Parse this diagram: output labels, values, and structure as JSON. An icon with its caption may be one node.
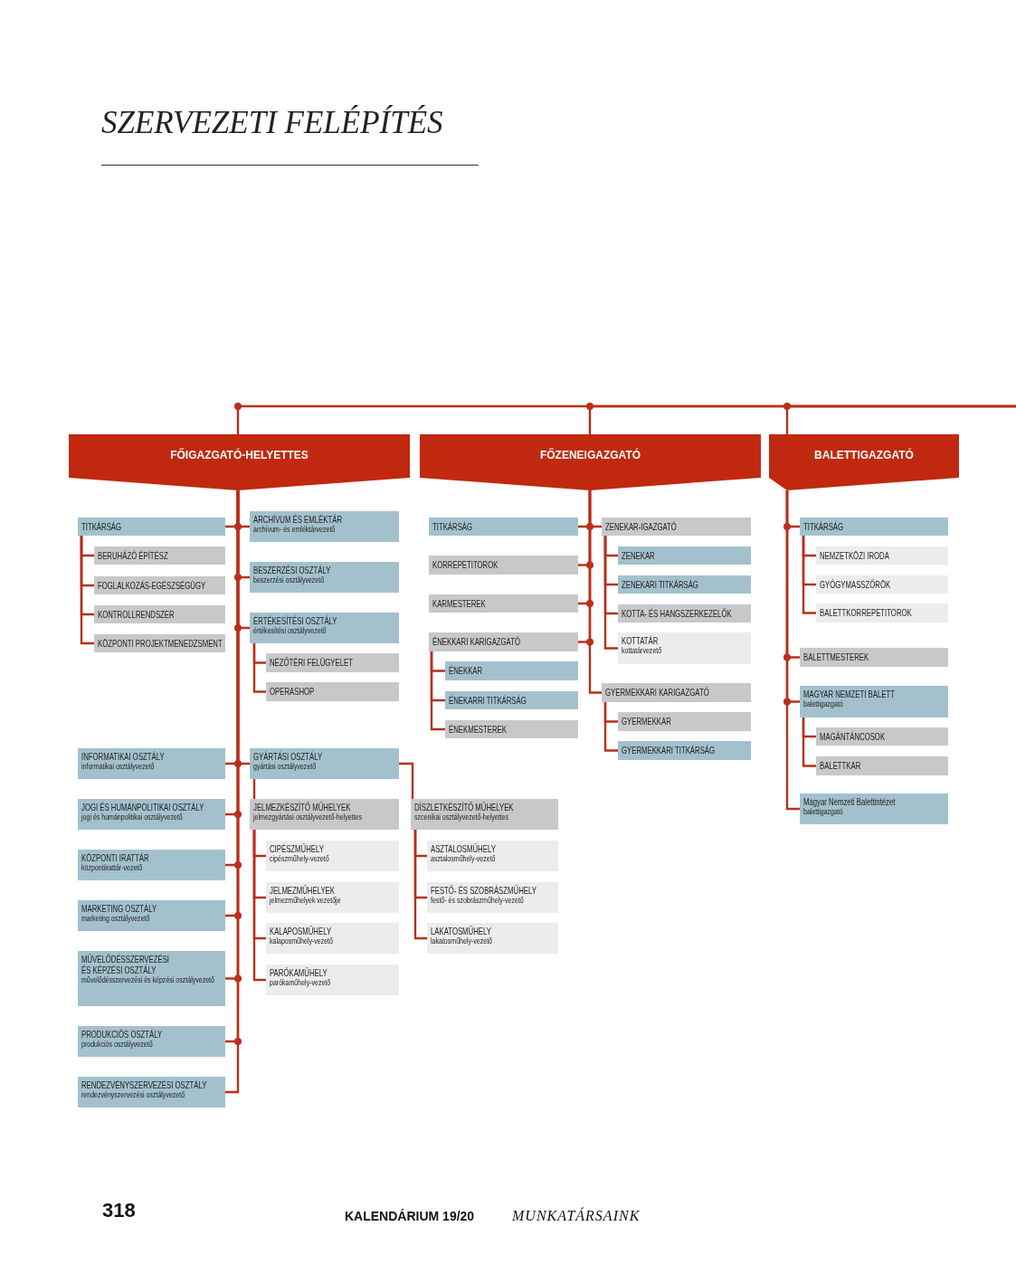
{
  "diagram": {
    "title": "SZERVEZETI FELÉPÍTÉS",
    "nodes": [
      {
        "text": [
          "FŐIGAZGATÓ-HELYETTES"
        ]
      },
      {
        "text": [
          "FŐZENEIGAZGATÓ"
        ]
      },
      {
        "text": [
          "BALETTIGAZGATÓ"
        ]
      },
      {
        "text": [
          "TITKÁRSÁG"
        ]
      },
      {
        "text": [
          "BERUHÁZÓ ÉPÍTÉSZ"
        ]
      },
      {
        "text": [
          "FOGLALKOZÁS-EGÉSZSÉGÜGY"
        ]
      },
      {
        "text": [
          "KONTROLLRENDSZER"
        ]
      },
      {
        "text": [
          "KÖZPONTI PROJEKTMENEDZSMENT"
        ]
      },
      {
        "text": [
          "ARCHÍVUM ÉS EMLÉKTÁR",
          "archívum- és emléktárvezető"
        ]
      },
      {
        "text": [
          "BESZERZÉSI OSZTÁLY",
          "beszerzési osztályvezető"
        ]
      },
      {
        "text": [
          "ÉRTÉKESÍTÉSI OSZTÁLY",
          "értékesítési osztályvezető"
        ]
      },
      {
        "text": [
          "NÉZŐTÉRI FELÜGYELET"
        ]
      },
      {
        "text": [
          "OPERASHOP"
        ]
      },
      {
        "text": [
          "INFORMATIKAI OSZTÁLY",
          "informatikai osztályvezető"
        ]
      },
      {
        "text": [
          "GYÁRTÁSI OSZTÁLY",
          "gyártási osztályvezető"
        ]
      },
      {
        "text": [
          "JELMEZKÉSZÍTŐ MŰHELYEK",
          "jelmezgyártási osztályvezető-helyettes"
        ]
      },
      {
        "text": [
          "CIPÉSZMŰHELY",
          "cipészműhely-vezető"
        ]
      },
      {
        "text": [
          "JELMEZMŰHELYEK",
          "jelmezműhelyek vezetője"
        ]
      },
      {
        "text": [
          "KALAPOSMŰHELY",
          "kalaposműhely-vezető"
        ]
      },
      {
        "text": [
          "PARÓKAMŰHELY",
          "parókaműhely-vezető"
        ]
      },
      {
        "text": [
          "DÍSZLETKÉSZÍTŐ MŰHELYEK",
          "szcenikai osztályvezető-helyettes"
        ]
      },
      {
        "text": [
          "ASZTALOSMŰHELY",
          "asztalosműhely-vezető"
        ]
      },
      {
        "text": [
          "FESTŐ- ÉS SZOBRÁSZMŰHELY",
          "festő- és szobrászműhely-vezető"
        ]
      },
      {
        "text": [
          "LAKATOSMŰHELY",
          "lakatosműhely-vezető"
        ]
      },
      {
        "text": [
          "JOGI ÉS HUMÁNPOLITIKAI OSZTÁLY",
          "jogi és humánpolitikai osztályvezető"
        ]
      },
      {
        "text": [
          "KÖZPONTI IRATTÁR",
          "központiirattár-vezető"
        ]
      },
      {
        "text": [
          "MARKETING OSZTÁLY",
          "marketing osztályvezető"
        ]
      },
      {
        "text": [
          "MŰVELŐDÉSSZERVEZÉSI ÉS KÉPZÉSI OSZTÁLY",
          "művelődésszervezési és képzési osztályvezető"
        ]
      },
      {
        "text": [
          "PRODUKCIÓS OSZTÁLY",
          "produkciós osztályvezető"
        ]
      },
      {
        "text": [
          "RENDEZVÉNYSZERVEZÉSI OSZTÁLY",
          "rendezvényszervezési osztályvezető"
        ]
      },
      {
        "text": [
          "TITKÁRSÁG"
        ]
      },
      {
        "text": [
          "KORREPETITOROK"
        ]
      },
      {
        "text": [
          "KARMESTEREK"
        ]
      },
      {
        "text": [
          "ÉNEKKARI KARIGAZGATÓ"
        ]
      },
      {
        "text": [
          "ÉNEKKAR"
        ]
      },
      {
        "text": [
          "ÉNEKARRI TITKÁRSÁG"
        ]
      },
      {
        "text": [
          "ÉNEKMESTEREK"
        ]
      },
      {
        "text": [
          "ZENEKAR-IGAZGATÓ"
        ]
      },
      {
        "text": [
          "ZENEKAR"
        ]
      },
      {
        "text": [
          "ZENEKARI TITKÁRSÁG"
        ]
      },
      {
        "text": [
          "KOTTA- ÉS HANGSZERKEZELŐK"
        ]
      },
      {
        "text": [
          "KOTTATÁR",
          "kottatárvezető"
        ]
      },
      {
        "text": [
          "GYERMEKKARI KARIGAZGATÓ"
        ]
      },
      {
        "text": [
          "GYERMEKKAR"
        ]
      },
      {
        "text": [
          "GYERMEKKARI TITKÁRSÁG"
        ]
      },
      {
        "text": [
          "TITKÁRSÁG"
        ]
      },
      {
        "text": [
          "NEMZETKÖZI IRODA"
        ]
      },
      {
        "text": [
          "GYÓGYMASSZŐRÖK"
        ]
      },
      {
        "text": [
          "BALETTKORREPETITOROK"
        ]
      },
      {
        "text": [
          "BALETTMESTEREK"
        ]
      },
      {
        "text": [
          "MAGYAR NEMZETI BALETT",
          "balettigazgató"
        ]
      },
      {
        "text": [
          "MAGÁNTÁNCOSOK"
        ]
      },
      {
        "text": [
          "BALETTKAR"
        ]
      },
      {
        "text": [
          "Magyar Nemzeti Balettintézet",
          "balettigazgató"
        ]
      }
    ],
    "edges": [
      {
        "from": null,
        "to": 0,
        "arrow": "none"
      },
      {
        "from": null,
        "to": 1,
        "arrow": "none"
      },
      {
        "from": null,
        "to": 2,
        "arrow": "none"
      },
      {
        "from": 0,
        "to": 3,
        "arrow": "none"
      },
      {
        "from": 3,
        "to": 4,
        "arrow": "none"
      },
      {
        "from": 3,
        "to": 5,
        "arrow": "none"
      },
      {
        "from": 3,
        "to": 6,
        "arrow": "none"
      },
      {
        "from": 3,
        "to": 7,
        "arrow": "none"
      },
      {
        "from": 0,
        "to": 8,
        "arrow": "none"
      },
      {
        "from": 0,
        "to": 9,
        "arrow": "none"
      },
      {
        "from": 0,
        "to": 10,
        "arrow": "none"
      },
      {
        "from": 10,
        "to": 11,
        "arrow": "none"
      },
      {
        "from": 10,
        "to": 12,
        "arrow": "none"
      },
      {
        "from": 0,
        "to": 13,
        "arrow": "none"
      },
      {
        "from": 0,
        "to": 14,
        "arrow": "none"
      },
      {
        "from": 14,
        "to": 15,
        "arrow": "none"
      },
      {
        "from": 15,
        "to": 16,
        "arrow": "none"
      },
      {
        "from": 15,
        "to": 17,
        "arrow": "none"
      },
      {
        "from": 15,
        "to": 18,
        "arrow": "none"
      },
      {
        "from": 15,
        "to": 19,
        "arrow": "none"
      },
      {
        "from": 14,
        "to": 20,
        "arrow": "none"
      },
      {
        "from": 20,
        "to": 21,
        "arrow": "none"
      },
      {
        "from": 20,
        "to": 22,
        "arrow": "none"
      },
      {
        "from": 20,
        "to": 23,
        "arrow": "none"
      },
      {
        "from": 0,
        "to": 24,
        "arrow": "none"
      },
      {
        "from": 0,
        "to": 25,
        "arrow": "none"
      },
      {
        "from": 0,
        "to": 26,
        "arrow": "none"
      },
      {
        "from": 0,
        "to": 27,
        "arrow": "none"
      },
      {
        "from": 0,
        "to": 28,
        "arrow": "none"
      },
      {
        "from": 0,
        "to": 29,
        "arrow": "none"
      },
      {
        "from": 1,
        "to": 30,
        "arrow": "none"
      },
      {
        "from": 1,
        "to": 31,
        "arrow": "none"
      },
      {
        "from": 1,
        "to": 32,
        "arrow": "none"
      },
      {
        "from": 1,
        "to": 33,
        "arrow": "none"
      },
      {
        "from": 33,
        "to": 34,
        "arrow": "none"
      },
      {
        "from": 33,
        "to": 35,
        "arrow": "none"
      },
      {
        "from": 33,
        "to": 36,
        "arrow": "none"
      },
      {
        "from": 1,
        "to": 37,
        "arrow": "none"
      },
      {
        "from": 37,
        "to": 38,
        "arrow": "none"
      },
      {
        "from": 37,
        "to": 39,
        "arrow": "none"
      },
      {
        "from": 37,
        "to": 40,
        "arrow": "none"
      },
      {
        "from": 37,
        "to": 41,
        "arrow": "none"
      },
      {
        "from": 1,
        "to": 42,
        "arrow": "none"
      },
      {
        "from": 42,
        "to": 43,
        "arrow": "none"
      },
      {
        "from": 42,
        "to": 44,
        "arrow": "none"
      },
      {
        "from": 2,
        "to": 45,
        "arrow": "none"
      },
      {
        "from": 45,
        "to": 46,
        "arrow": "none"
      },
      {
        "from": 45,
        "to": 47,
        "arrow": "none"
      },
      {
        "from": 45,
        "to": 48,
        "arrow": "none"
      },
      {
        "from": 2,
        "to": 49,
        "arrow": "none"
      },
      {
        "from": 2,
        "to": 50,
        "arrow": "none"
      },
      {
        "from": 50,
        "to": 51,
        "arrow": "none"
      },
      {
        "from": 50,
        "to": 52,
        "arrow": "none"
      },
      {
        "from": 2,
        "to": 53,
        "arrow": "none"
      }
    ],
    "labels": [
      "318",
      "KALENDÁRIUM 19/20",
      "MUNKATÁRSAINK"
    ]
  }
}
